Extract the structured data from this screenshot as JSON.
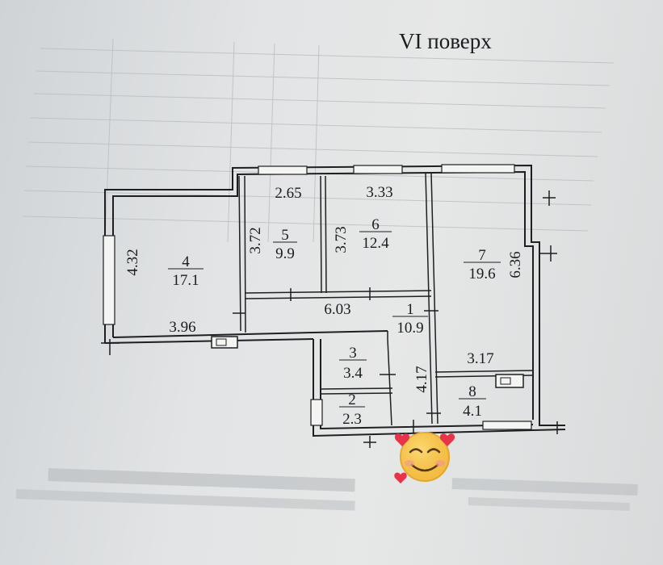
{
  "title": "VI поверх",
  "rooms": [
    {
      "id": "4",
      "number": "4",
      "area": "17.1"
    },
    {
      "id": "5",
      "number": "5",
      "area": "9.9"
    },
    {
      "id": "6",
      "number": "6",
      "area": "12.4"
    },
    {
      "id": "7",
      "number": "7",
      "area": "19.6"
    },
    {
      "id": "1",
      "number": "1",
      "area": "10.9"
    },
    {
      "id": "3",
      "number": "3",
      "area": "3.4"
    },
    {
      "id": "2",
      "number": "2",
      "area": "2.3"
    },
    {
      "id": "8",
      "number": "8",
      "area": "4.1"
    }
  ],
  "dimensions": {
    "d_432": "4.32",
    "d_396": "3.96",
    "d_265": "2.65",
    "d_372": "3.72",
    "d_333": "3.33",
    "d_373": "3.73",
    "d_636": "6.36",
    "d_603": "6.03",
    "d_417": "4.17",
    "d_317": "3.17"
  },
  "sticker": {
    "icon": "smiling-face-with-hearts-icon"
  },
  "colors": {
    "ink": "#1d1f22",
    "paper": "#e2e4e5"
  }
}
